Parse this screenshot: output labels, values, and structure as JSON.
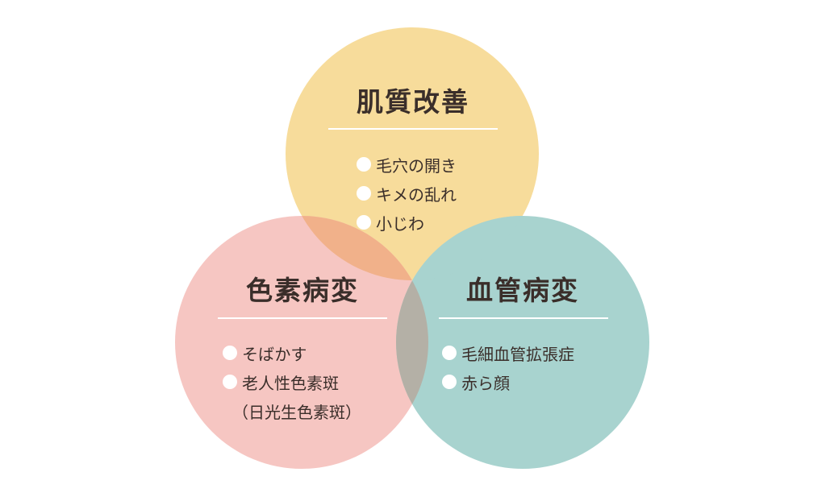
{
  "colors": {
    "top": "#f7dc9b",
    "left": "#f6c6c2",
    "right": "#a8d3cf",
    "overlap_top_left": "#f1b18a",
    "overlap_left_right": "#b4b0a6",
    "text": "#3a2e2a"
  },
  "circles": {
    "top": {
      "title": "肌質改善",
      "items": [
        "毛穴の開き",
        "キメの乱れ",
        "小じわ"
      ]
    },
    "left": {
      "title": "色素病変",
      "items": [
        "そばかす",
        "老人性色素斑"
      ],
      "note": "（日光生色素斑）"
    },
    "right": {
      "title": "血管病変",
      "items": [
        "毛細血管拡張症",
        "赤ら顔"
      ]
    }
  }
}
